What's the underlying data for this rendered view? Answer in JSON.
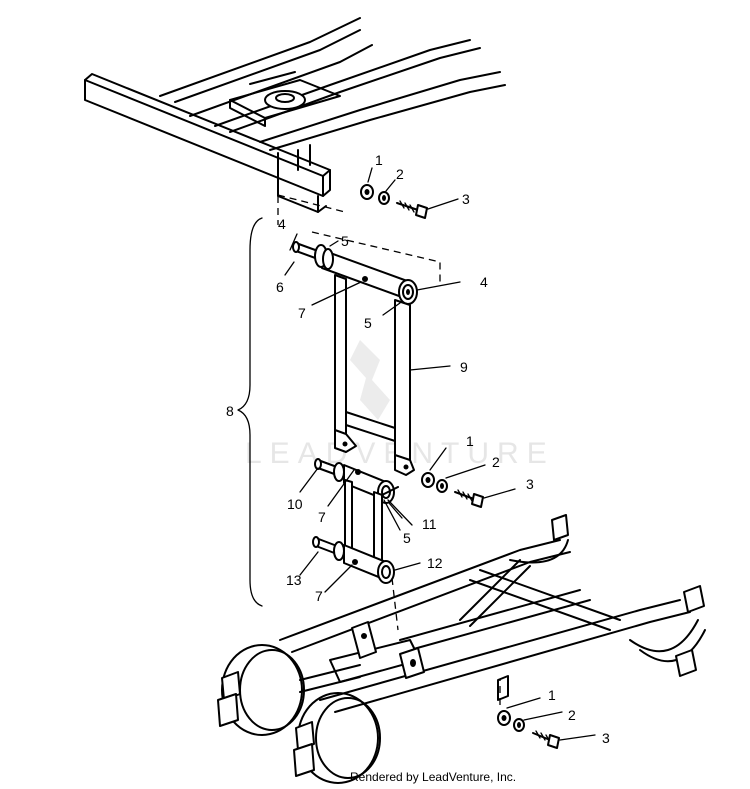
{
  "watermark": "LEADVENTURE",
  "credit": "Rendered by LeadVenture, Inc.",
  "callouts": {
    "c1a": "1",
    "c2a": "2",
    "c3a": "3",
    "c4a": "4",
    "c5a": "5",
    "c6": "6",
    "c7a": "7",
    "c4b": "4",
    "c5b": "5",
    "c9": "9",
    "c8": "8",
    "c1b": "1",
    "c2b": "2",
    "c3b": "3",
    "c10": "10",
    "c7b": "7",
    "c11": "11",
    "c5c": "5",
    "c13": "13",
    "c12": "12",
    "c7c": "7",
    "c1c": "1",
    "c2c": "2",
    "c3c": "3"
  }
}
